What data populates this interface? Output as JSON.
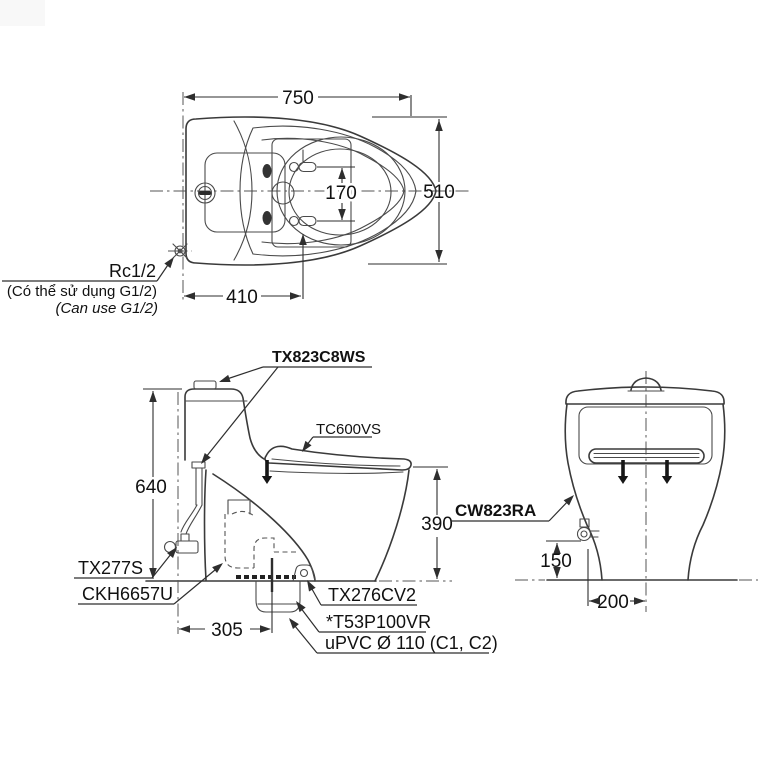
{
  "title": "TOTO one-piece toilet technical installation drawing",
  "colors": {
    "background": "#ffffff",
    "line": "#3a3a3a",
    "text": "#111111"
  },
  "top_view": {
    "dim_width": "750",
    "dim_depth": "510",
    "dim_bolt_pitch": "170",
    "dim_inlet_offset": "410",
    "inlet_thread": "Rc1/2",
    "inlet_note_vi": "(Có thể sử dụng G1/2)",
    "inlet_note_en": "(Can use G1/2)"
  },
  "side_view": {
    "part_washlet": "TX823C8WS",
    "part_seat_lid": "TC600VS",
    "part_stop_valve": "TX277S",
    "part_connector": "CKH6657U",
    "part_flange": "TX276CV2",
    "part_outlet_socket": "*T53P100VR",
    "part_drain_pipe": "uPVC Ø 110 (C1, C2)",
    "dim_total_height": "640",
    "dim_seat_height": "390",
    "dim_rough_in": "305"
  },
  "front_view": {
    "part_bowl": "CW823RA",
    "dim_valve_height": "150",
    "dim_valve_offset": "200"
  }
}
